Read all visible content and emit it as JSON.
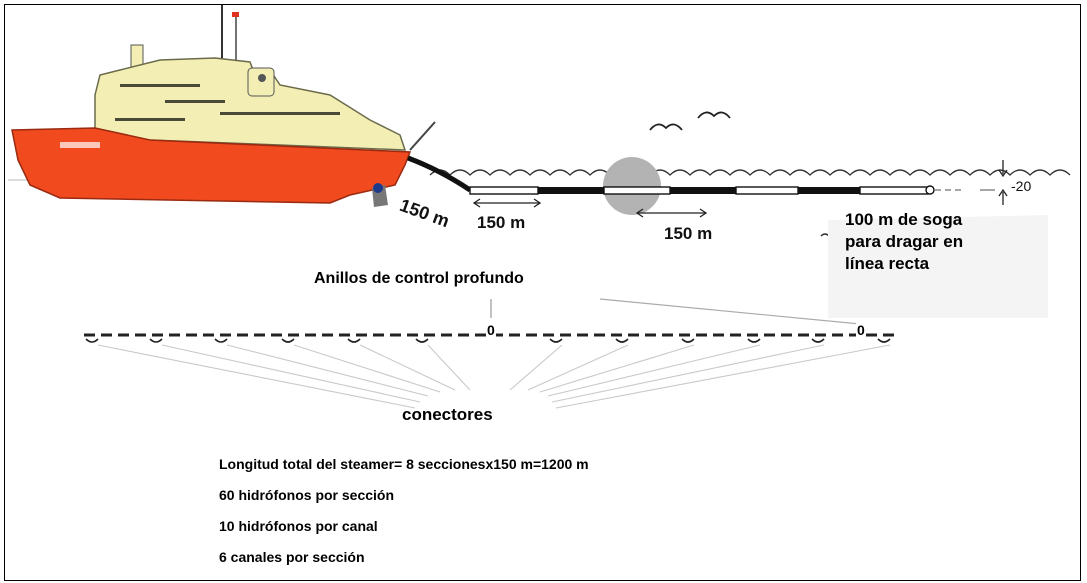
{
  "dimensions": {
    "angled_section": "150 m",
    "section_a": "150 m",
    "section_b": "150 m",
    "depth": "-20"
  },
  "labels": {
    "rope": [
      "100 m de soga",
      "para dragar en",
      "línea recta"
    ],
    "rings": "Anillos de control profundo",
    "ring_symbol_a": "0",
    "ring_symbol_b": "0",
    "connectors": "conectores"
  },
  "notes": [
    "Longitud total del steamer= 8 seccionesx150 m=1200 m",
    "60 hidrófonos por sección",
    "10 hidrófonos por canal",
    "6 canales por sección"
  ],
  "colors": {
    "hull": "#f04a1e",
    "superstructure": "#f3efb4",
    "cable": "#111111",
    "buoy_circle": "#b3b3b3"
  }
}
